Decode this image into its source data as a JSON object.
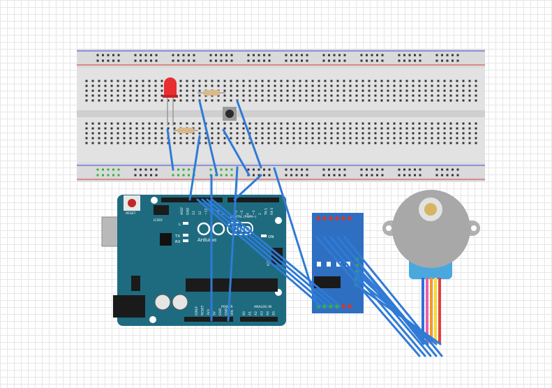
{
  "colors": {
    "breadboard": "#e4e4e4",
    "rail_red": "#d63c3c",
    "rail_blue": "#3c4cd6",
    "arduino": "#1e6b80",
    "driver": "#2e6fc1",
    "wire": "#2f7bd6",
    "motor": "#a9a9a9"
  },
  "arduino": {
    "reset_label": "RESET",
    "icsp2_label": "ICSP2",
    "led_l": "L",
    "tx": "TX",
    "rx": "RX",
    "on_label": "ON",
    "brand": "Arduino",
    "logo": "UNO",
    "digital_label": "DIGITAL (PWM~)",
    "power_label": "POWER",
    "analog_label": "ANALOG IN",
    "icsp_label": "ICSP",
    "top_pins": [
      "AREF",
      "GND",
      "13",
      "12",
      "~11",
      "~10",
      "~9",
      "8",
      "7",
      "~6",
      "~5",
      "4",
      "~3",
      "2",
      "TX 1",
      "RX 0"
    ],
    "power_pins": [
      "IOREF",
      "RESET",
      "3V3",
      "5V",
      "GND",
      "GND",
      "VIN"
    ],
    "analog_pins": [
      "A0",
      "A1",
      "A2",
      "A3",
      "A4",
      "A5"
    ]
  }
}
